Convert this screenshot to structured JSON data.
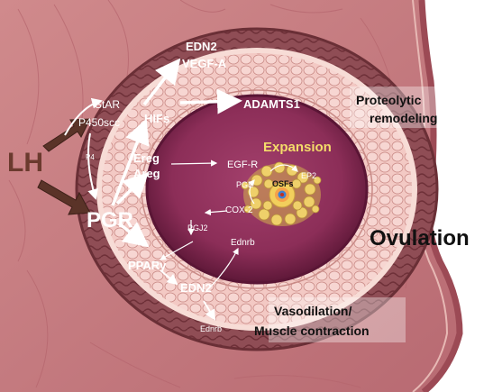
{
  "labels": {
    "lh": "LH",
    "star": "StAR",
    "p450scc": "P450scc",
    "p4": "P4",
    "pgr": "PGR",
    "hifs": "HIFs",
    "edn2_top": "EDN2",
    "vegfa": "VEGF-A",
    "adamts1": "ADAMTS1",
    "proteolytic": "Proteolytic",
    "remodeling": "remodeling",
    "ereg": "Ereg",
    "areg": "Areg",
    "egfr": "EGF-R",
    "expansion": "Expansion",
    "ep2": "EP2",
    "pge": "PGE",
    "osfs": "OSFs",
    "cox2": "COX-2",
    "pgj2": "PGJ2",
    "ednrb_inner": "Ednrb",
    "ppar": "PPARγ",
    "edn2_bottom": "EDN2",
    "ednrb_bottom": "Ednrb",
    "ovulation": "Ovulation",
    "vasodilation": "Vasodilation/",
    "muscle": "Muscle contraction"
  },
  "colors": {
    "tissue": "#c97e82",
    "tissue_dark": "#a85560",
    "theca": "#8a4a50",
    "granulosa": "#f3c9c4",
    "antrum": "#8c2e58",
    "antrum_dark": "#6e1c44",
    "cumulus": "#e8c45a",
    "lh_arrow": "#5a3328"
  }
}
